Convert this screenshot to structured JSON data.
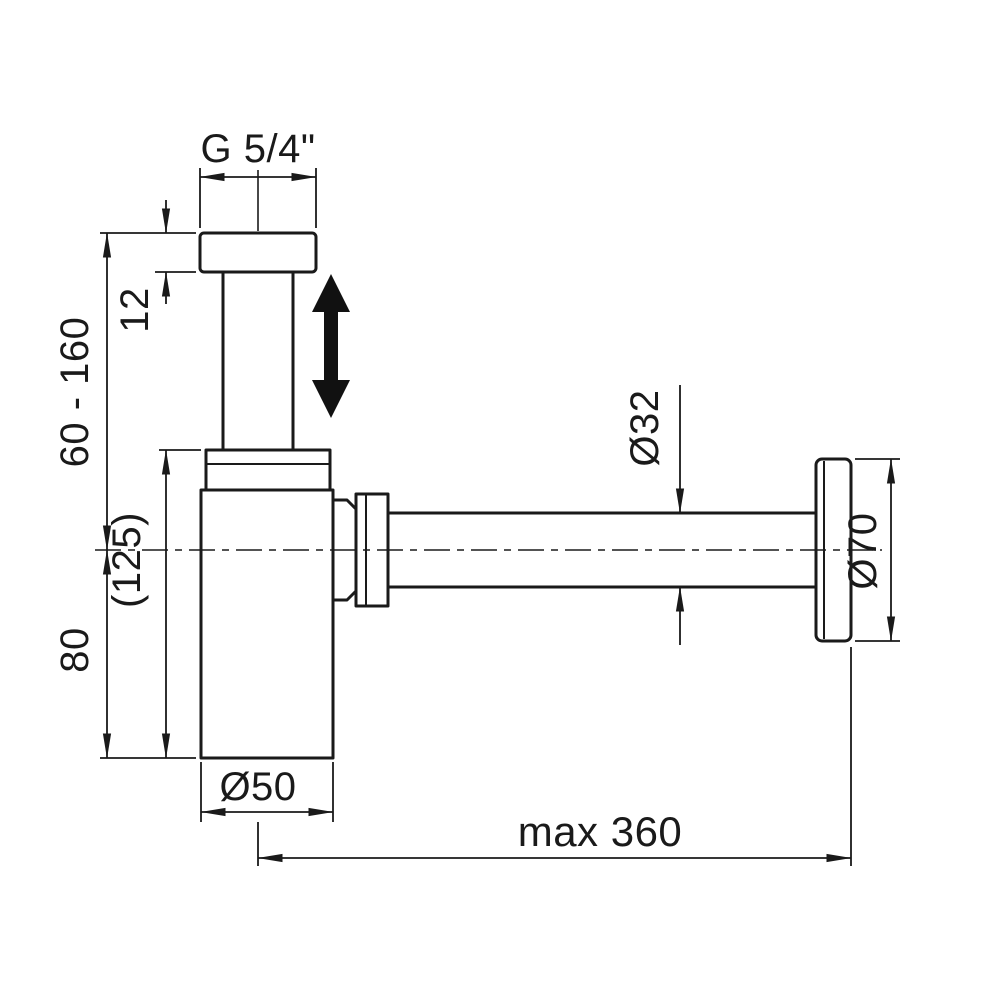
{
  "diagram": {
    "type": "technical-dimensional-drawing",
    "labels": {
      "thread_size": "G 5/4\"",
      "nut_height": "12",
      "inlet_adjust_range": "60 - 160",
      "body_length_ref": "(125)",
      "depth_below_center": "80",
      "body_diameter": "Ø50",
      "outlet_pipe_diameter": "Ø32",
      "rosette_diameter": "Ø70",
      "max_outlet_length": "max 360"
    },
    "colors": {
      "line": "#1a1a1a",
      "background": "#ffffff"
    }
  }
}
